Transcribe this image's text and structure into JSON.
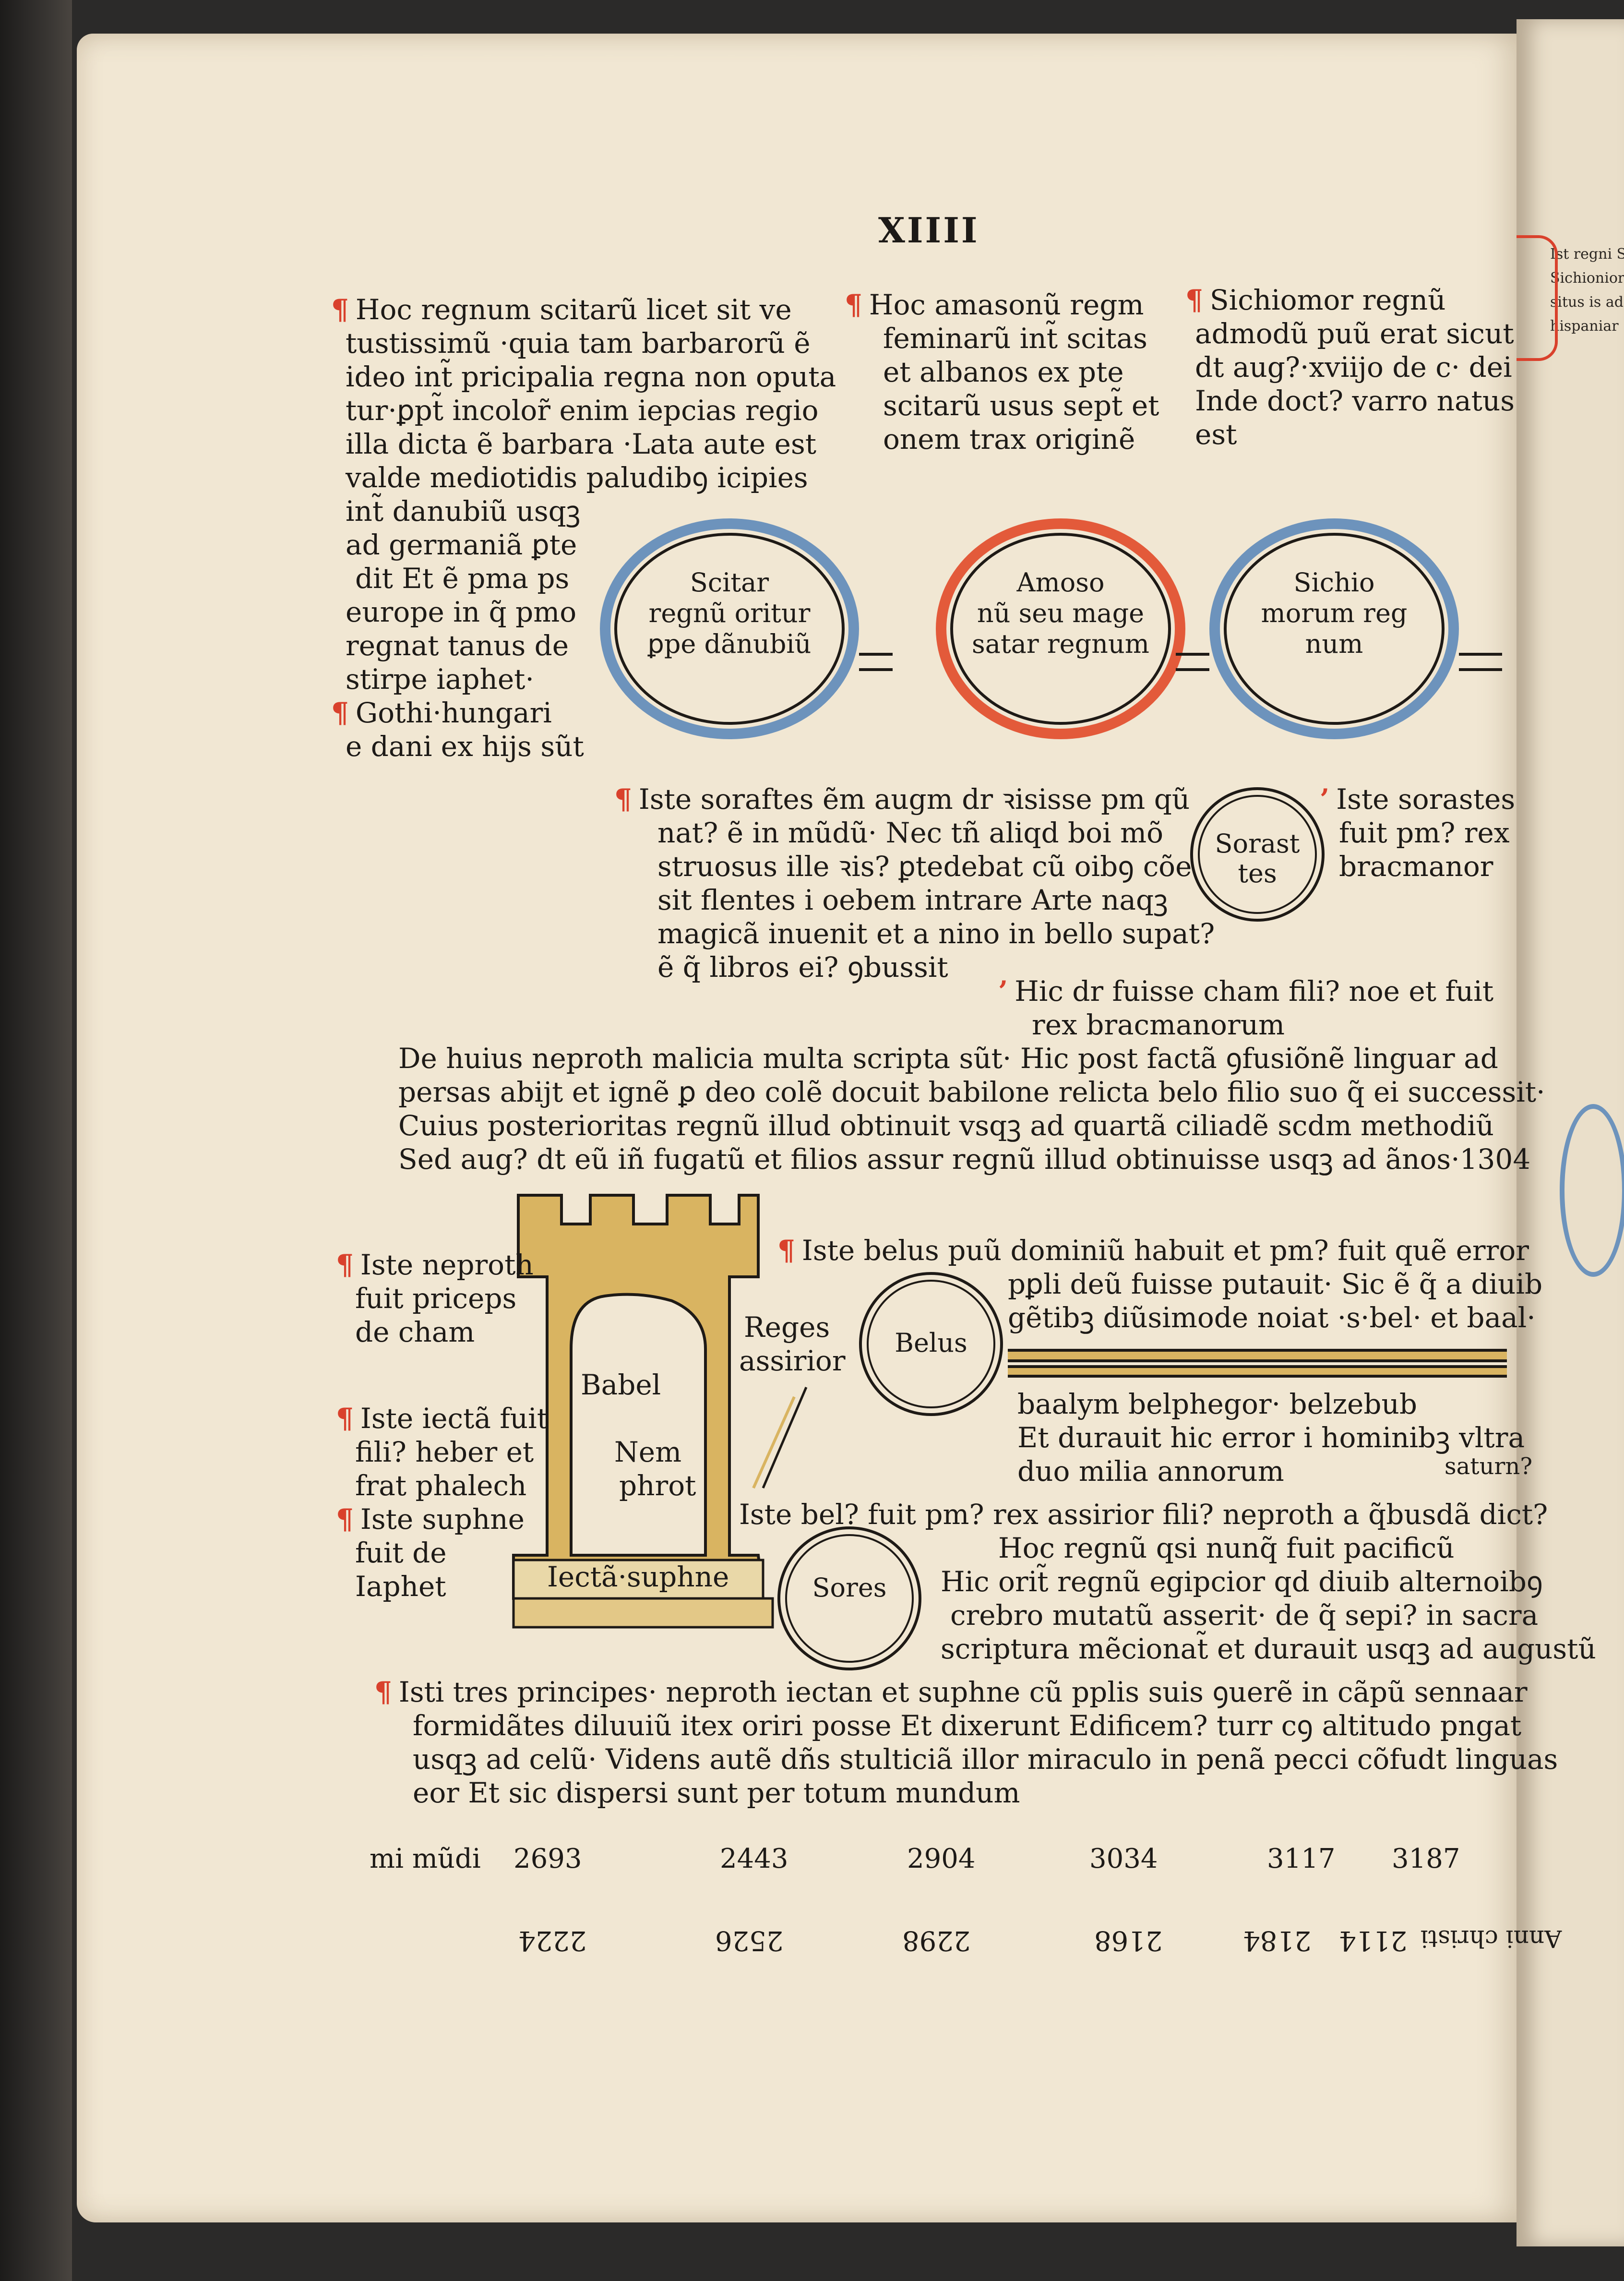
{
  "folio": "XIIII",
  "blocks": {
    "col1": [
      "Hoc regnum scitarũ licet sit ve",
      "tustissimũ ·quia tam barbarorũ ẽ",
      "ideo int̃ pricipalia regna non oputa",
      "tur·ꝑpt̃ incolor̃ enim iepcias regio",
      "illa dicta ẽ barbara ·Lata aute est",
      "valde mediotidis paludibꝯ icipies",
      "int̃ danubiũ usqꝫ",
      "ad germaniã ꝑte",
      "dit Et ẽ pma ps",
      "europe in q̃ pmo",
      "regnat tanus de",
      "stirpe iaphet·"
    ],
    "col2": [
      "Hoc amasonũ regm",
      "feminarũ int̃ scitas",
      "et albanos ex pte",
      "scitarũ usus sept̃ et",
      "onem trax originẽ"
    ],
    "col3": [
      "Sichiomor regnũ",
      "admodũ puũ erat sicut",
      "dt aug?·xviijo de c· dei",
      "Inde doct? varro natus",
      "est"
    ],
    "gothi": [
      "Gothi·hungari",
      "e dani ex hijs sũt"
    ],
    "iste": [
      "Iste soraftes ẽm augm dr ꝛisisse pm qũ",
      "nat? ẽ in mũdũ· Nec tñ aliqd boi mõ",
      "struosus ille ꝛis? ꝑtedebat cũ oibꝯ cõe",
      "sit flentes i oebem intrare Arte naqꝫ",
      "magicã inuenit et a nino in bello supat?",
      "ẽ q̃ libros ei? ꝯbussit"
    ],
    "right_iste": [
      "Iste sorastes",
      "fuit pm? rex",
      "bracmanor"
    ],
    "hic": [
      "Hic dr fuisse cham fili? noe et fuit",
      "rex bracmanorum"
    ],
    "de": [
      "De huius neproth malicia multa scripta sũt· Hic post factã ꝯfusiõnẽ linguar ad",
      "persas abijt et ignẽ ꝑ deo colẽ docuit babilone relicta belo filio suo q̃ ei successit·",
      "Cuius posterioritas regnũ illud obtinuit vsqꝫ ad quartã ciliadẽ scdm methodiũ",
      "Sed aug? dt eũ iñ fugatũ et filios assur regnũ illud obtinuisse usqꝫ ad ãnos·1304"
    ],
    "belus": [
      "Iste belus puũ dominiũ habuit et pm? fuit quẽ error",
      "pꝑli deũ fuisse putauit· Sic ẽ q̃ a diuib",
      "gẽtibꝫ diũsimode noiat ·s·bel· et baal·"
    ],
    "baalym": [
      "baalym belphegor· belzebub",
      "Et durauit hic error i hominibꝫ vltra",
      "duo milia annorum"
    ],
    "saturn": "saturn?",
    "iste_bel": "Iste bel? fuit pm? rex assirior fili? neproth a q̃busdã dict?",
    "hoc_regnu": [
      "Hoc regnũ qsi nunq̃ fuit pacificũ",
      "Hic orit̃ regnũ egipcior qd diuib alternoibꝯ",
      "crebro mutatũ asserit· de q̃ sepi? in sacra",
      "scriptura mẽcionat̃ et durauit usqꝫ ad augustũ"
    ],
    "left_tower": [
      [
        "Iste neproth",
        "fuit priceps",
        "de cham"
      ],
      [
        "Iste iectã fuit",
        "fili? heber et",
        "frat phalech"
      ],
      [
        "Iste suphne",
        "fuit de",
        "Iaphet"
      ]
    ],
    "reges": [
      "Reges",
      "assirior"
    ],
    "isti": [
      "Isti tres principes· neproth iectan et suphne cũ pplis suis ꝯuerẽ in cãpũ sennaar",
      "formidãtes diluuiũ itex oriri posse Et dixerunt Edificem? turr cꝯ altitudo pngat",
      "usqꝫ ad celũ· Videns autẽ dñs stulticiã illor miraculo in penã pecci cõfudt linguas",
      "eor Et sic dispersi sunt per totum mundum"
    ]
  },
  "circles": [
    {
      "text": [
        "Scitar",
        "regnũ oritur",
        "ꝑpe dãnubiũ"
      ],
      "color": "#6d93bc"
    },
    {
      "text": [
        "Amoso",
        "nũ seu mage",
        "satar regnum"
      ],
      "color": "#e35a3a"
    },
    {
      "text": [
        "Sichio",
        "morum reg",
        "num"
      ],
      "color": "#6d93bc"
    },
    {
      "text": [
        "Sorast",
        "tes"
      ],
      "color": "none"
    },
    {
      "text": [
        "Belus"
      ],
      "color": "none"
    },
    {
      "text": [
        "Sores"
      ],
      "color": "none"
    }
  ],
  "tower": {
    "inner_text": [
      "Babel",
      "Nem",
      "phrot"
    ],
    "base_label": "Iectã·suphne"
  },
  "years_world": {
    "label": "mi mũdi",
    "values": [
      "2693",
      "2443",
      "2904",
      "3034",
      "3117",
      "3187"
    ]
  },
  "years_christ": {
    "label": "Anni christi",
    "values": [
      "2224",
      "2526",
      "2298",
      "2168",
      "2184",
      "2114"
    ]
  },
  "right_page_fragments": [
    "Ist regni Sm",
    "Sichionior",
    "situs is ad",
    "hispaniar"
  ],
  "colors": {
    "rubric": "#d9412c",
    "blue": "#6d93bc",
    "ochre": "#d9b461",
    "ink": "#1d1a17",
    "paper": "#f1e7d3"
  }
}
